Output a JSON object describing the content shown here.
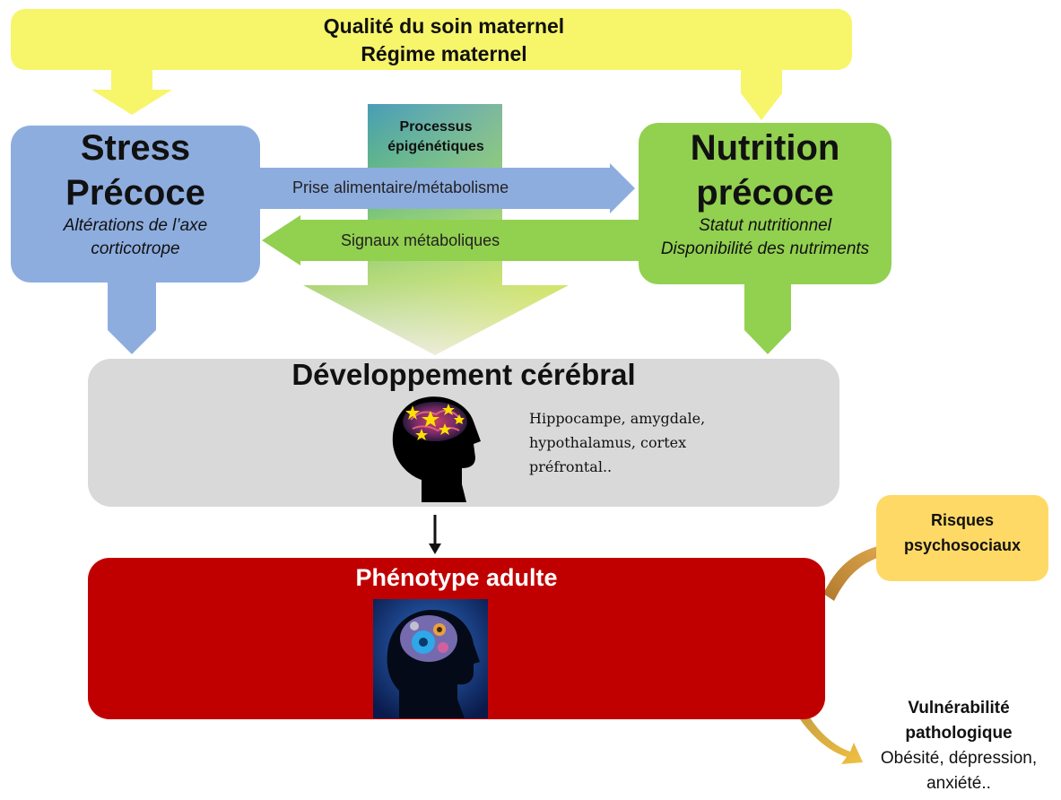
{
  "maternal": {
    "line1": "Qualité du soin maternel",
    "line2": "Régime maternel",
    "color": "#F7F56A"
  },
  "stress": {
    "title_line1": "Stress",
    "title_line2": "Précoce",
    "subtitle_line1": "Altérations de l’axe",
    "subtitle_line2": "corticotrope",
    "color": "#8EADDF"
  },
  "nutrition": {
    "title_line1": "Nutrition",
    "title_line2": "précoce",
    "subtitle_line1": "Statut nutritionnel",
    "subtitle_line2": "Disponibilité des nutriments",
    "color": "#92D050"
  },
  "epigenetic": {
    "line1": "Processus",
    "line2": "épigénétiques"
  },
  "arrows": {
    "prise": "Prise alimentaire/métabolisme",
    "signaux": "Signaux métaboliques"
  },
  "development": {
    "title": "Développement cérébral",
    "regions_line1": "Hippocampe, amygdale,",
    "regions_line2": "hypothalamus, cortex",
    "regions_line3": "préfrontal..",
    "color": "#D9D9D9"
  },
  "phenotype": {
    "title": "Phénotype adulte",
    "color": "#C00000"
  },
  "risks": {
    "line1": "Risques",
    "line2": "psychosociaux",
    "color": "#FFD966"
  },
  "vulnerability": {
    "title_line1": "Vulnérabilité",
    "title_line2": "pathologique",
    "detail_line1": "Obésité, dépression,",
    "detail_line2": "anxiété.."
  },
  "icons": {
    "dev_head": "head-silhouette-stars-icon",
    "pheno_head": "head-gears-icon"
  }
}
